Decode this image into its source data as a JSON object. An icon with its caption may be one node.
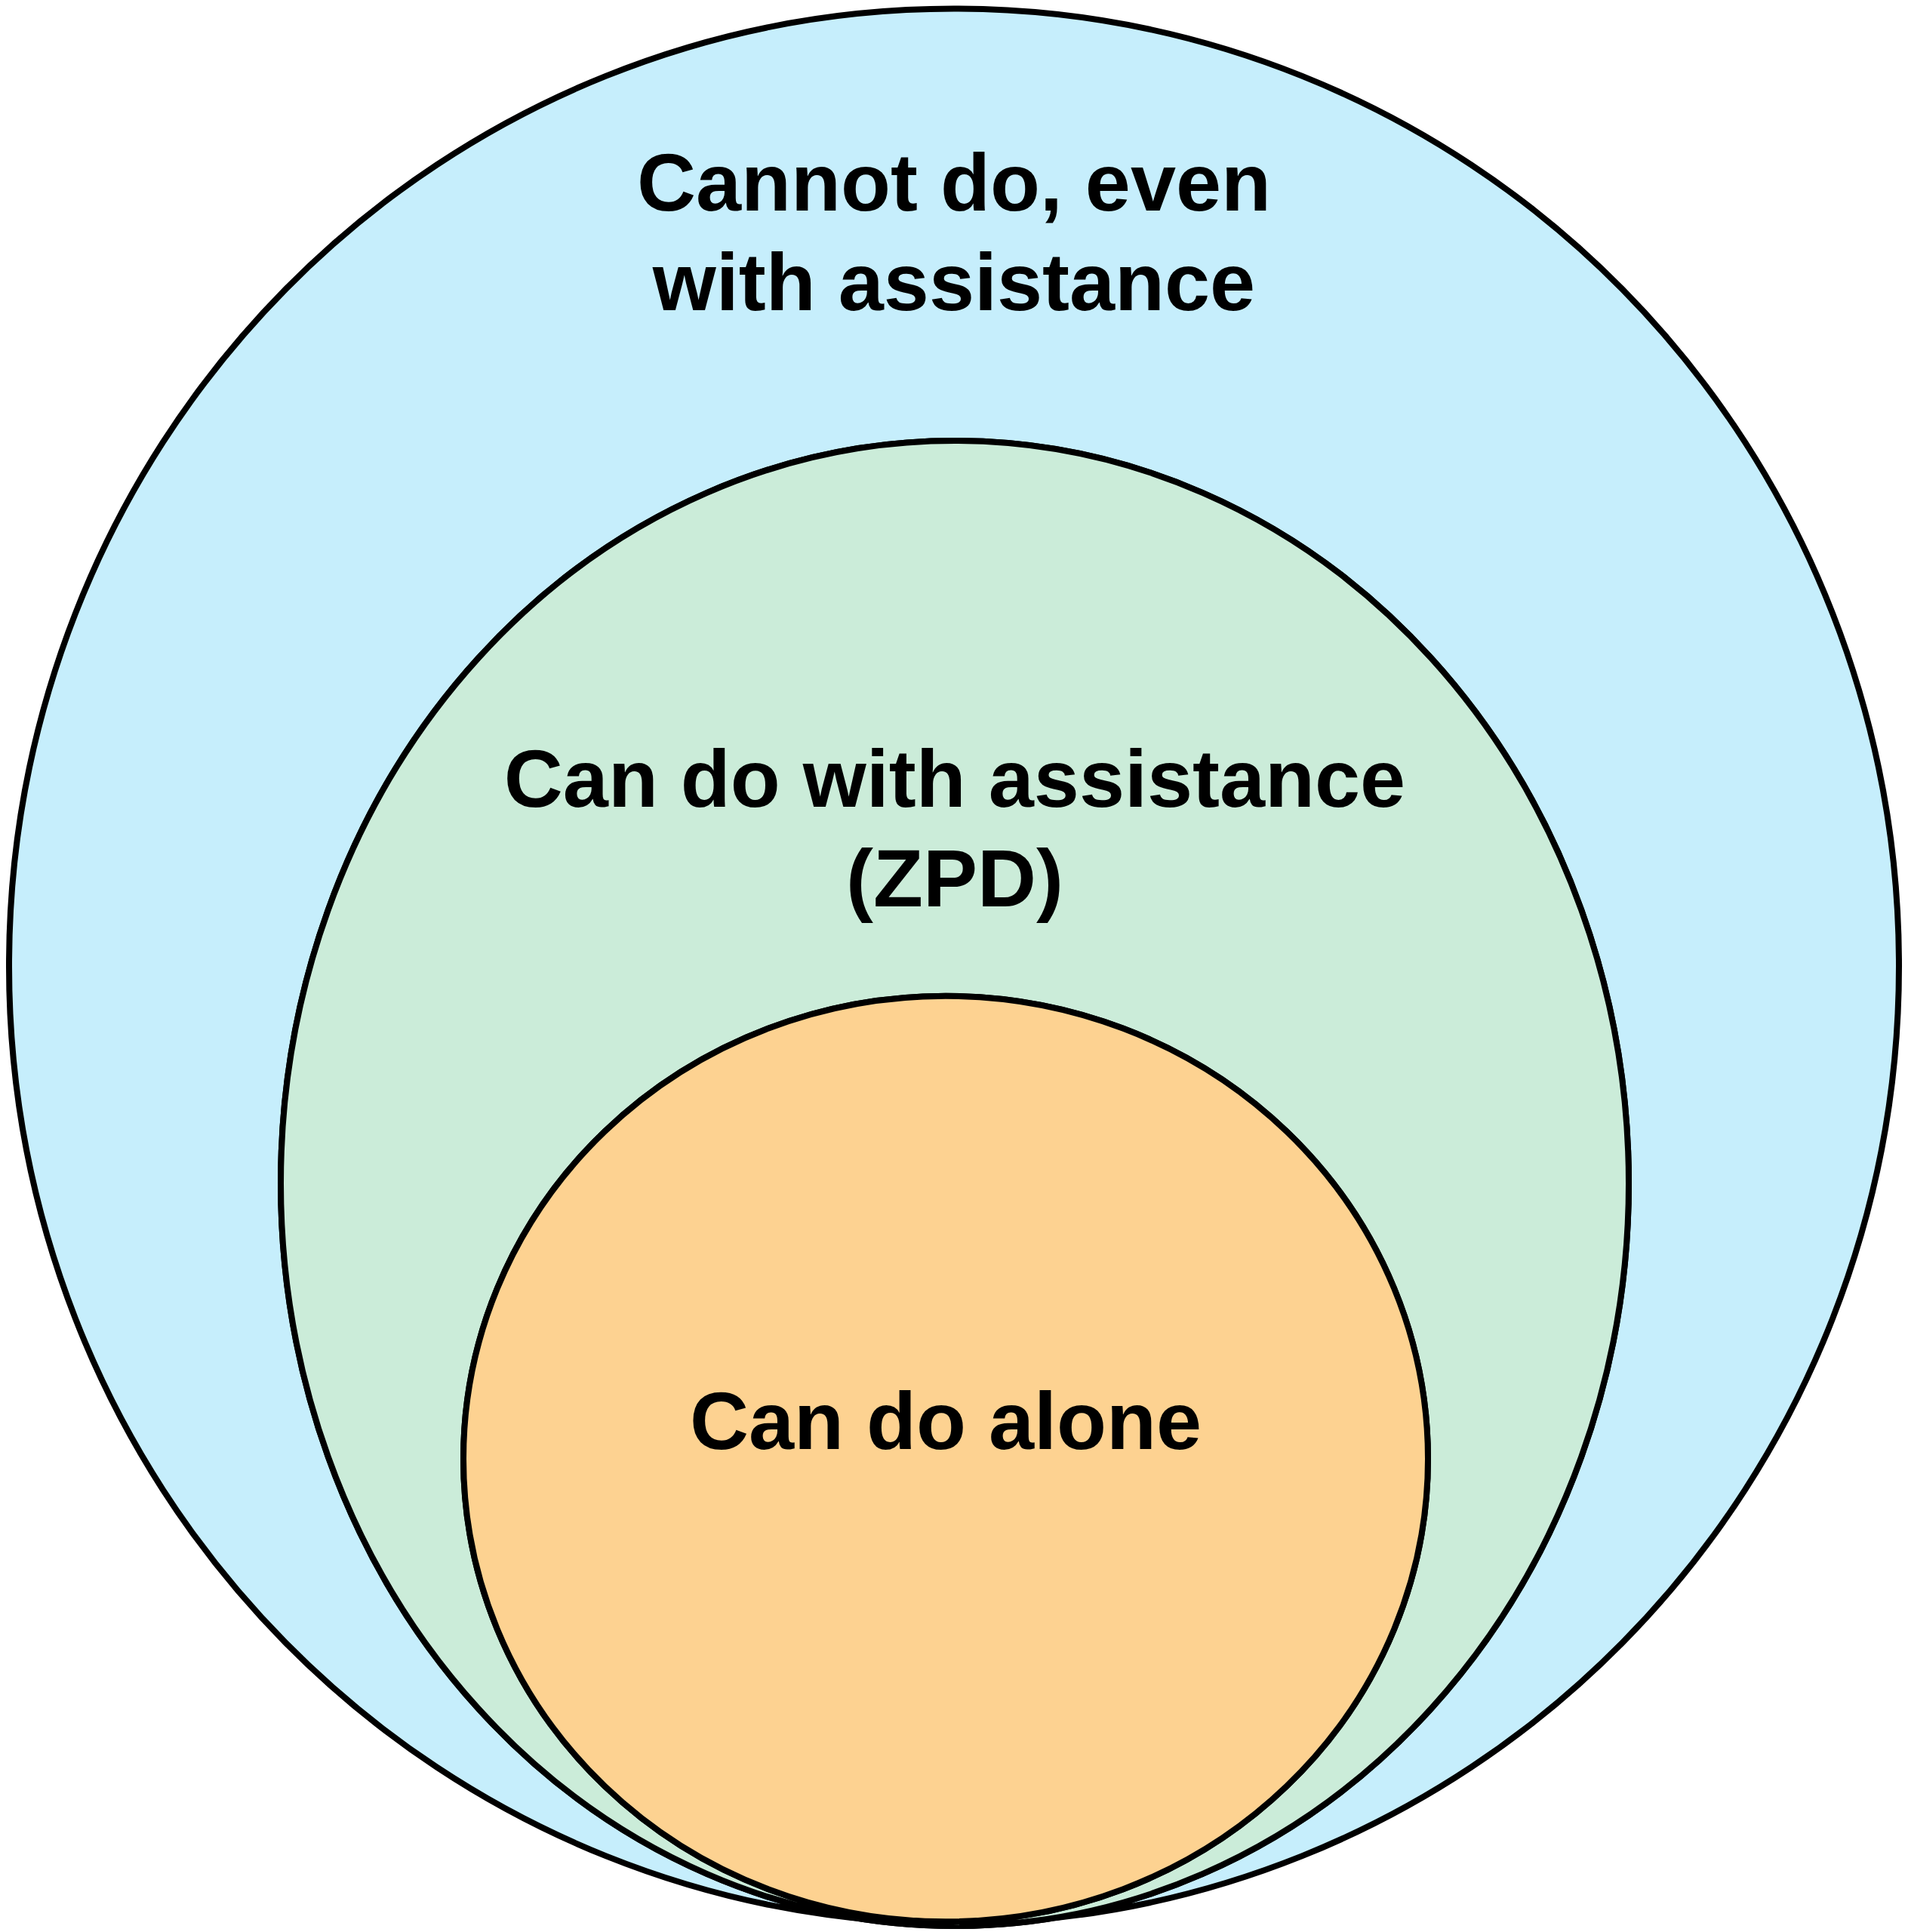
{
  "diagram": {
    "nodes": [
      {
        "text": [
          "Cannot do, even with assistance"
        ]
      },
      {
        "text": [
          "Can do with assistance (ZPD)"
        ],
        "in": 0
      },
      {
        "text": [
          "Can do alone"
        ],
        "in": 1
      }
    ]
  }
}
